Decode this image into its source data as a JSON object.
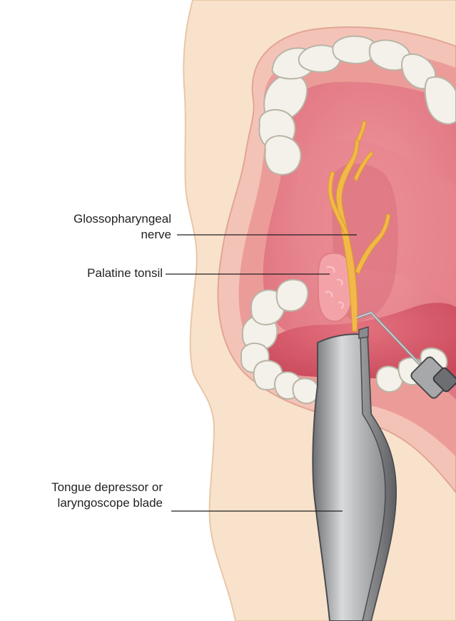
{
  "labels": {
    "nerve_line1": "Glossopharyngeal",
    "nerve_line2": "nerve",
    "tonsil": "Palatine tonsil",
    "tongue_line1": "Tongue depressor or",
    "tongue_line2": "laryngoscope blade"
  },
  "colors": {
    "skin": "#f8e2cc",
    "skin_outline": "#e8c7a6",
    "lip": "#efb2a8",
    "gum": "#e98c8a",
    "mouth_cavity": "#e47d84",
    "tongue": "#d85c6c",
    "teeth": "#f3f1ea",
    "nerve": "#f2b94a",
    "tonsil": "#f3a3a8",
    "blade": "#9c9d9f",
    "leader_line": "#231f20"
  }
}
